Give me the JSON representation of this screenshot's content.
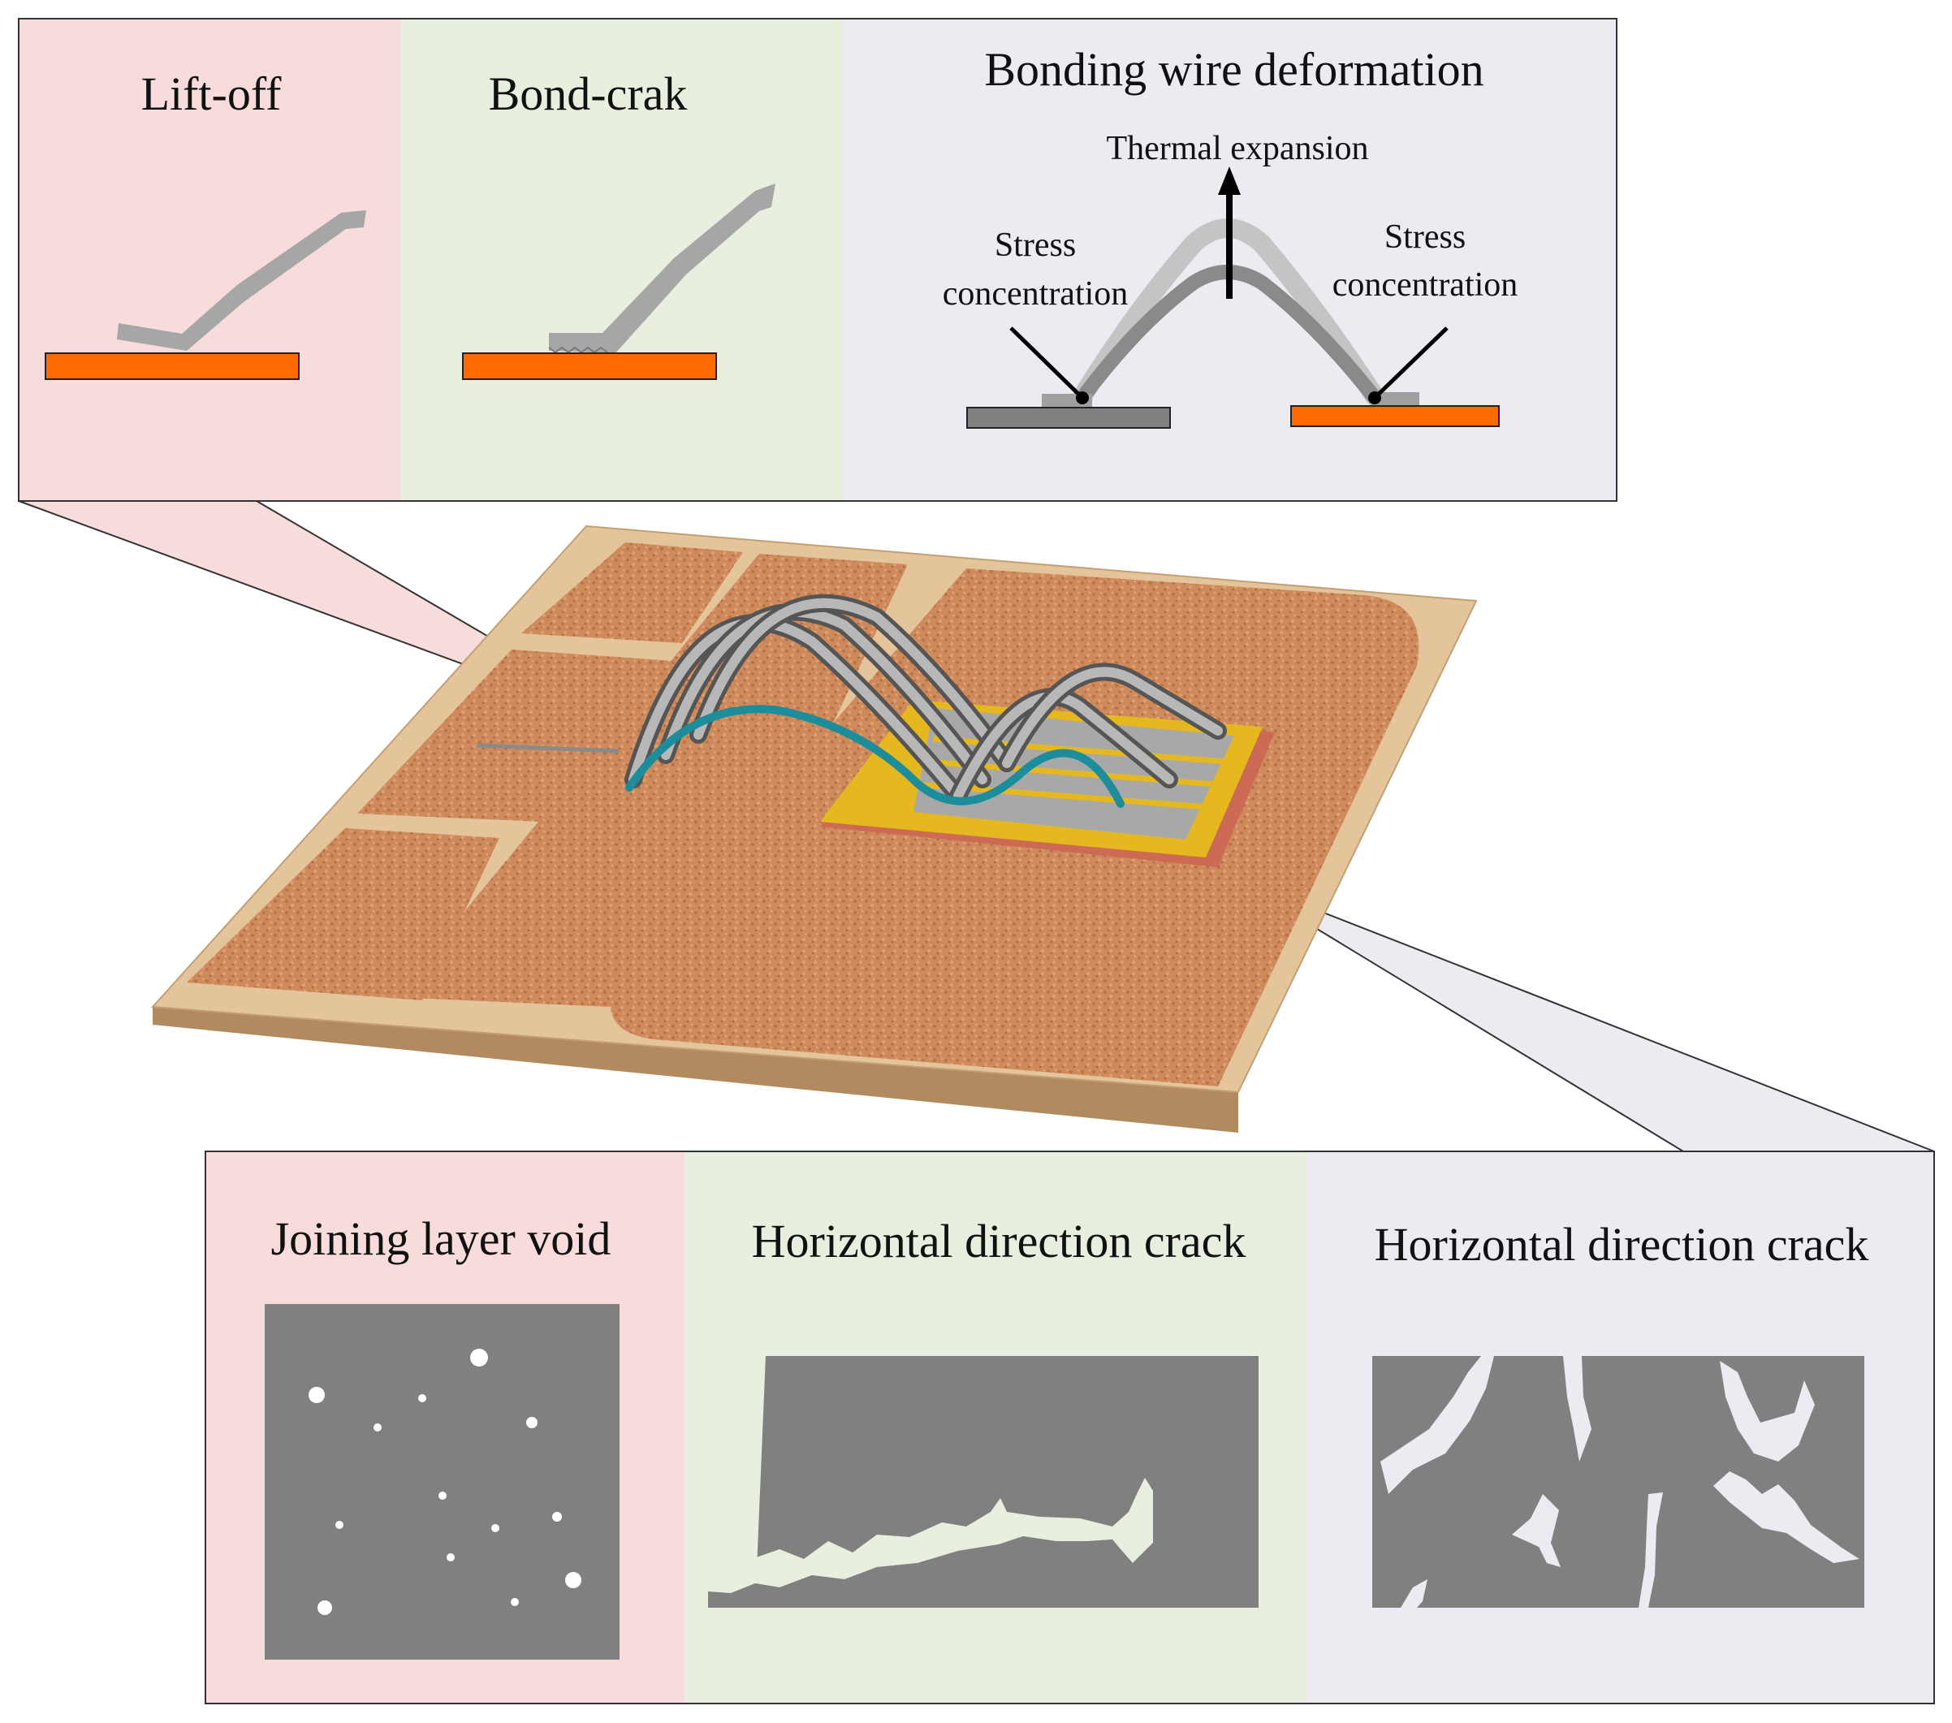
{
  "top_panel": {
    "liftoff": {
      "title": "Lift-off"
    },
    "bondcrack": {
      "title": "Bond-crak"
    },
    "deformation": {
      "title": "Bonding wire deformation",
      "thermal_label": "Thermal expansion",
      "stress_left_line1": "Stress",
      "stress_left_line2": "concentration",
      "stress_right_line1": "Stress",
      "stress_right_line2": "concentration"
    }
  },
  "bottom_panel": {
    "void": {
      "title": "Joining layer void"
    },
    "crack_a": {
      "title": "Horizontal direction crack"
    },
    "crack_b": {
      "title": "Horizontal direction crack"
    }
  },
  "colors": {
    "pink_bg": "#f7dcdb",
    "green_bg": "#e8efdf",
    "lavender_bg": "#eeeaf1",
    "orange_pad": "#ff6a00",
    "wire_gray": "#a6a6a6",
    "chip_gray": "#808080",
    "substrate_copper": "#cf8a5c",
    "substrate_ceramic": "#e4c49a",
    "highlight_wire": "#1d8c9b"
  }
}
